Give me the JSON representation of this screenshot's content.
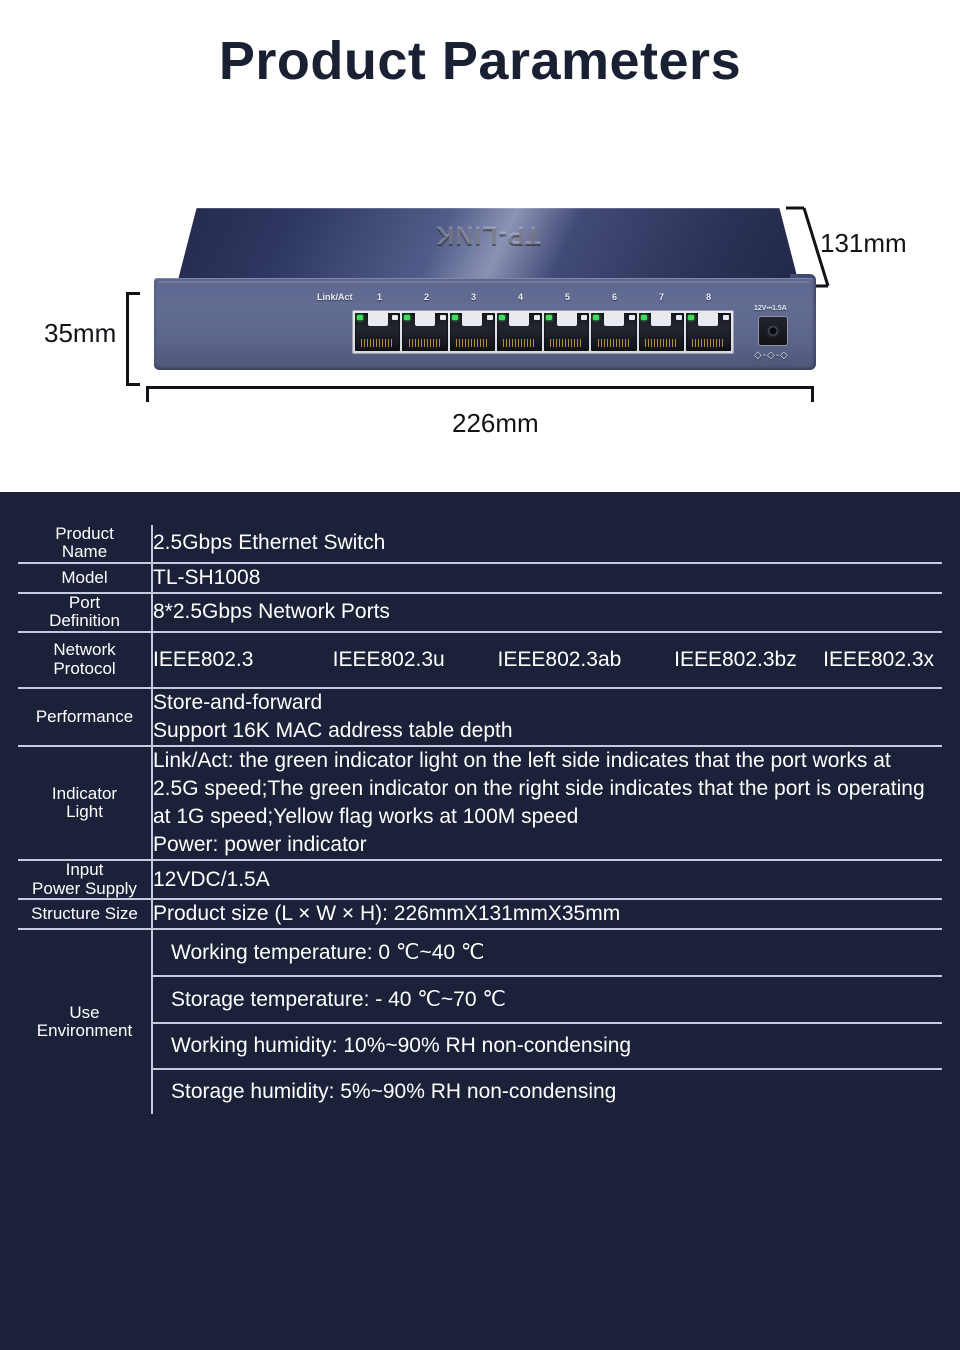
{
  "header": {
    "title": "Product Parameters"
  },
  "product_image": {
    "brand_emboss": "TP-LINK",
    "port_labels": [
      "Link/Act",
      "1",
      "2",
      "3",
      "4",
      "5",
      "6",
      "7",
      "8"
    ],
    "power_jack_label": "12V⎓1.5A",
    "power_symbol": "◇-◇-◇",
    "dimensions": {
      "height": "35mm",
      "depth": "131mm",
      "width": "226mm"
    }
  },
  "spec_table": {
    "rows": [
      {
        "label": "Product\nName",
        "value": "2.5Gbps Ethernet Switch"
      },
      {
        "label": "Model",
        "value": "TL-SH1008"
      },
      {
        "label": "Port\nDefinition",
        "value": "8*2.5Gbps Network Ports"
      },
      {
        "label": "Network\nProtocol",
        "protocols": [
          "IEEE802.3",
          "IEEE802.3u",
          "IEEE802.3ab",
          "IEEE802.3bz",
          "IEEE802.3x"
        ]
      },
      {
        "label": "Performance",
        "value": "Store-and-forward\nSupport 16K MAC address table depth"
      },
      {
        "label": "Indicator\nLight",
        "value": "Link/Act: the green indicator light on the left side indicates that the port works at 2.5G speed;The green indicator on the right side indicates that the port is operating at 1G speed;Yellow flag works at 100M speed\nPower: power indicator"
      },
      {
        "label": "Input\nPower Supply",
        "value": "12VDC/1.5A"
      },
      {
        "label": "Structure Size",
        "value": "Product size (L × W × H): 226mmX131mmX35mm"
      },
      {
        "label": "Use\nEnvironment",
        "sub_values": [
          "Working temperature: 0 ℃~40 ℃",
          "Storage temperature: - 40 ℃~70 ℃",
          "Working humidity: 10%~90% RH non-condensing",
          "Storage humidity: 5%~90% RH non-condensing"
        ]
      }
    ]
  },
  "colors": {
    "title": "#1a2033",
    "table_background": "#1a2139",
    "table_border": "#c3cade",
    "table_text": "#ffffff",
    "device_top": "#2e3760",
    "device_front": "#5e678f",
    "led_green": "#3fdd5a"
  }
}
